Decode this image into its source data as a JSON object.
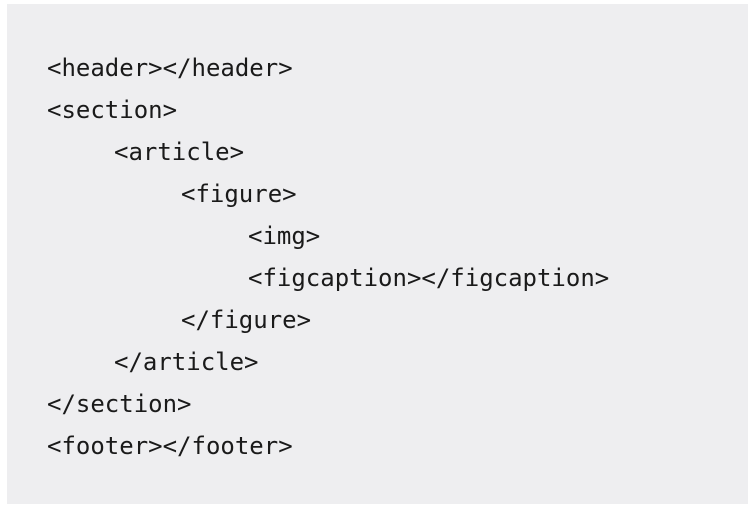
{
  "code": {
    "lines": [
      "<header></header>",
      "<section>",
      "<article>",
      "<figure>",
      "<img>",
      "<figcaption></figcaption>",
      "</figure>",
      "</article>",
      "</section>",
      "<footer></footer>"
    ]
  },
  "colors": {
    "background": "#eeeef0",
    "text": "#1a1a1a"
  }
}
